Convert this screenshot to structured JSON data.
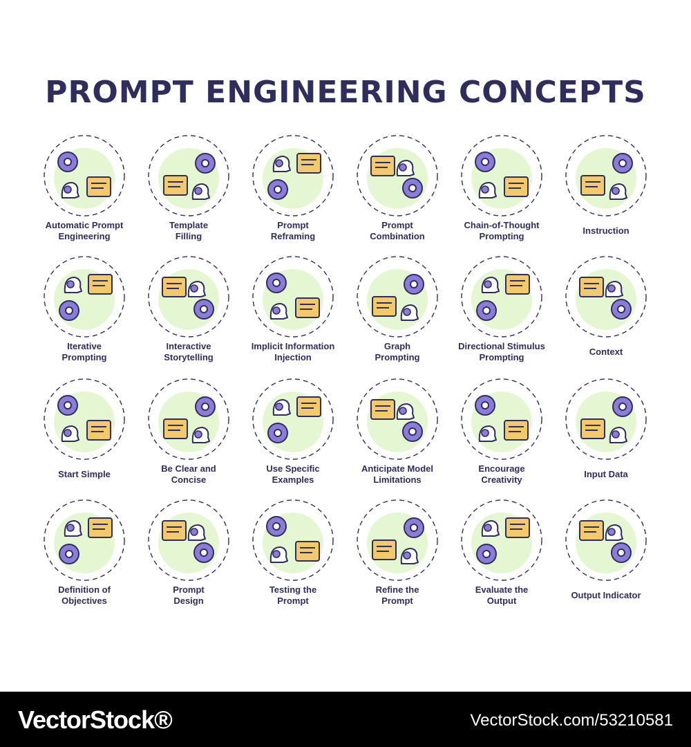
{
  "title": "PROMPT ENGINEERING CONCEPTS",
  "colors": {
    "outline": "#2f2d5c",
    "purple": "#8a7cd8",
    "yellow": "#f4c96b",
    "green": "#e4f6d2"
  },
  "concepts": [
    {
      "lines": [
        "Automatic Prompt",
        "Engineering"
      ],
      "icon": "brain-gear-robot-book-icon"
    },
    {
      "lines": [
        "Template",
        "Filling"
      ],
      "icon": "head-calendar-icon"
    },
    {
      "lines": [
        "Prompt",
        "Reframing"
      ],
      "icon": "gear-document-head-icon"
    },
    {
      "lines": [
        "Prompt",
        "Combination"
      ],
      "icon": "question-gear-documents-icon"
    },
    {
      "lines": [
        "Chain-of-Thought",
        "Prompting"
      ],
      "icon": "head-lightbulb-steps-icon"
    },
    {
      "lines": [
        "Instruction"
      ],
      "icon": "head-chat-book-icon"
    },
    {
      "lines": [
        "Iterative",
        "Prompting"
      ],
      "icon": "robot-magnifier-cycle-icon"
    },
    {
      "lines": [
        "Interactive",
        "Storytelling"
      ],
      "icon": "head-book-theater-icon"
    },
    {
      "lines": [
        "Implicit Information",
        "Injection"
      ],
      "icon": "info-brain-head-icon"
    },
    {
      "lines": [
        "Graph",
        "Prompting"
      ],
      "icon": "chart-network-robot-icon"
    },
    {
      "lines": [
        "Directional Stimulus",
        "Prompting"
      ],
      "icon": "target-compass-head-icon"
    },
    {
      "lines": [
        "Context"
      ],
      "icon": "hourglass-globe-info-icon"
    },
    {
      "lines": [
        "Start Simple"
      ],
      "icon": "browser-rocket-robot-icon"
    },
    {
      "lines": [
        "Be Clear and",
        "Concise"
      ],
      "icon": "eye-checklist-book-icon"
    },
    {
      "lines": [
        "Use Specific",
        "Examples"
      ],
      "icon": "target-binary-document-icon"
    },
    {
      "lines": [
        "Anticipate Model",
        "Limitations"
      ],
      "icon": "robot-warning-shield-icon"
    },
    {
      "lines": [
        "Encourage",
        "Creativity"
      ],
      "icon": "palette-brain-robot-icon"
    },
    {
      "lines": [
        "Input Data"
      ],
      "icon": "document-database-keyboard-icon"
    },
    {
      "lines": [
        "Definition of",
        "Objectives"
      ],
      "icon": "head-compass-question-icon"
    },
    {
      "lines": [
        "Prompt",
        "Design"
      ],
      "icon": "flowchart-head-book-icon"
    },
    {
      "lines": [
        "Testing the",
        "Prompt"
      ],
      "icon": "microscope-gear-head-icon"
    },
    {
      "lines": [
        "Refine the",
        "Prompt"
      ],
      "icon": "browser-wrench-compass-icon"
    },
    {
      "lines": [
        "Evaluate the",
        "Output"
      ],
      "icon": "chart-scale-eye-icon"
    },
    {
      "lines": [
        "Output Indicator"
      ],
      "icon": "txt-pie-checklist-icon"
    }
  ],
  "footer": {
    "brand": "VectorStock®",
    "id": "VectorStock.com/53210581"
  }
}
